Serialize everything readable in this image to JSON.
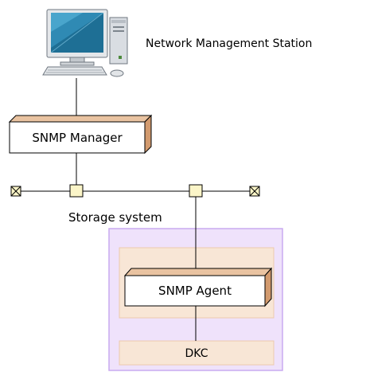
{
  "labels": {
    "station": "Network Management Station",
    "manager": "SNMP Manager",
    "storage": "Storage system",
    "agent": "SNMP Agent",
    "dkc": "DKC"
  },
  "icons": {
    "computer": "desktop-computer-icon",
    "terminator": "network-terminator-icon",
    "node": "network-node-icon"
  },
  "colors": {
    "storage_fill": "#efe2fb",
    "storage_border": "#c9aaf0",
    "panel_fill": "#f8e6d6",
    "panel_border": "#ecc9ad",
    "box_side": "#d29a6e",
    "node_fill": "#fbf5c8"
  }
}
